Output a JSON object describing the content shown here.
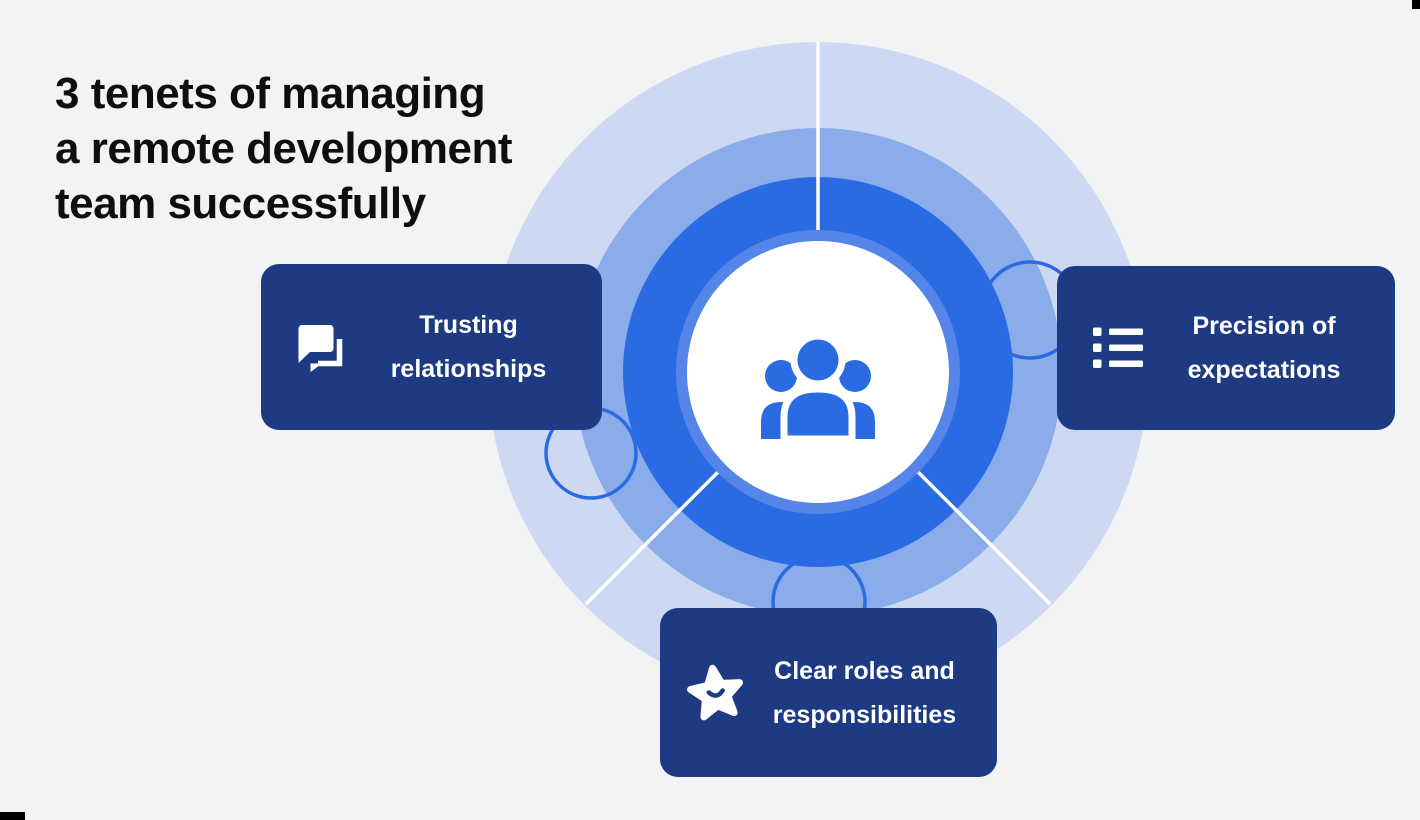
{
  "title": {
    "line1": "3 tenets of managing",
    "line2": "a remote development",
    "line3": "team successfully",
    "full_text": "3 tenets of managing a remote development team successfully"
  },
  "cards": {
    "trusting": {
      "line1": "Trusting",
      "line2": "relationships",
      "label": "Trusting relationships",
      "icon": "chat-bubbles-icon"
    },
    "precision": {
      "line1": "Precision of",
      "line2": "expectations",
      "label": "Precision of expectations",
      "icon": "bulleted-list-icon"
    },
    "roles": {
      "line1": "Clear roles and",
      "line2": "responsibilities",
      "label": "Clear roles and responsibilities",
      "icon": "star-smile-icon"
    }
  },
  "center": {
    "icon": "team-group-icon"
  },
  "colors": {
    "background": "#f2f3f5",
    "ring_outer": "#cdd9f3",
    "ring_middle": "#8aacea",
    "ring_blue": "#2a6be4",
    "ring_inner_light": "#5585e9",
    "center_circle": "#ffffff",
    "card_navy": "#1d3a83",
    "card_text": "#ffffff",
    "title_text": "#0d0e10",
    "divider_line": "#ffffff",
    "icon_blue": "#2a6be4"
  }
}
